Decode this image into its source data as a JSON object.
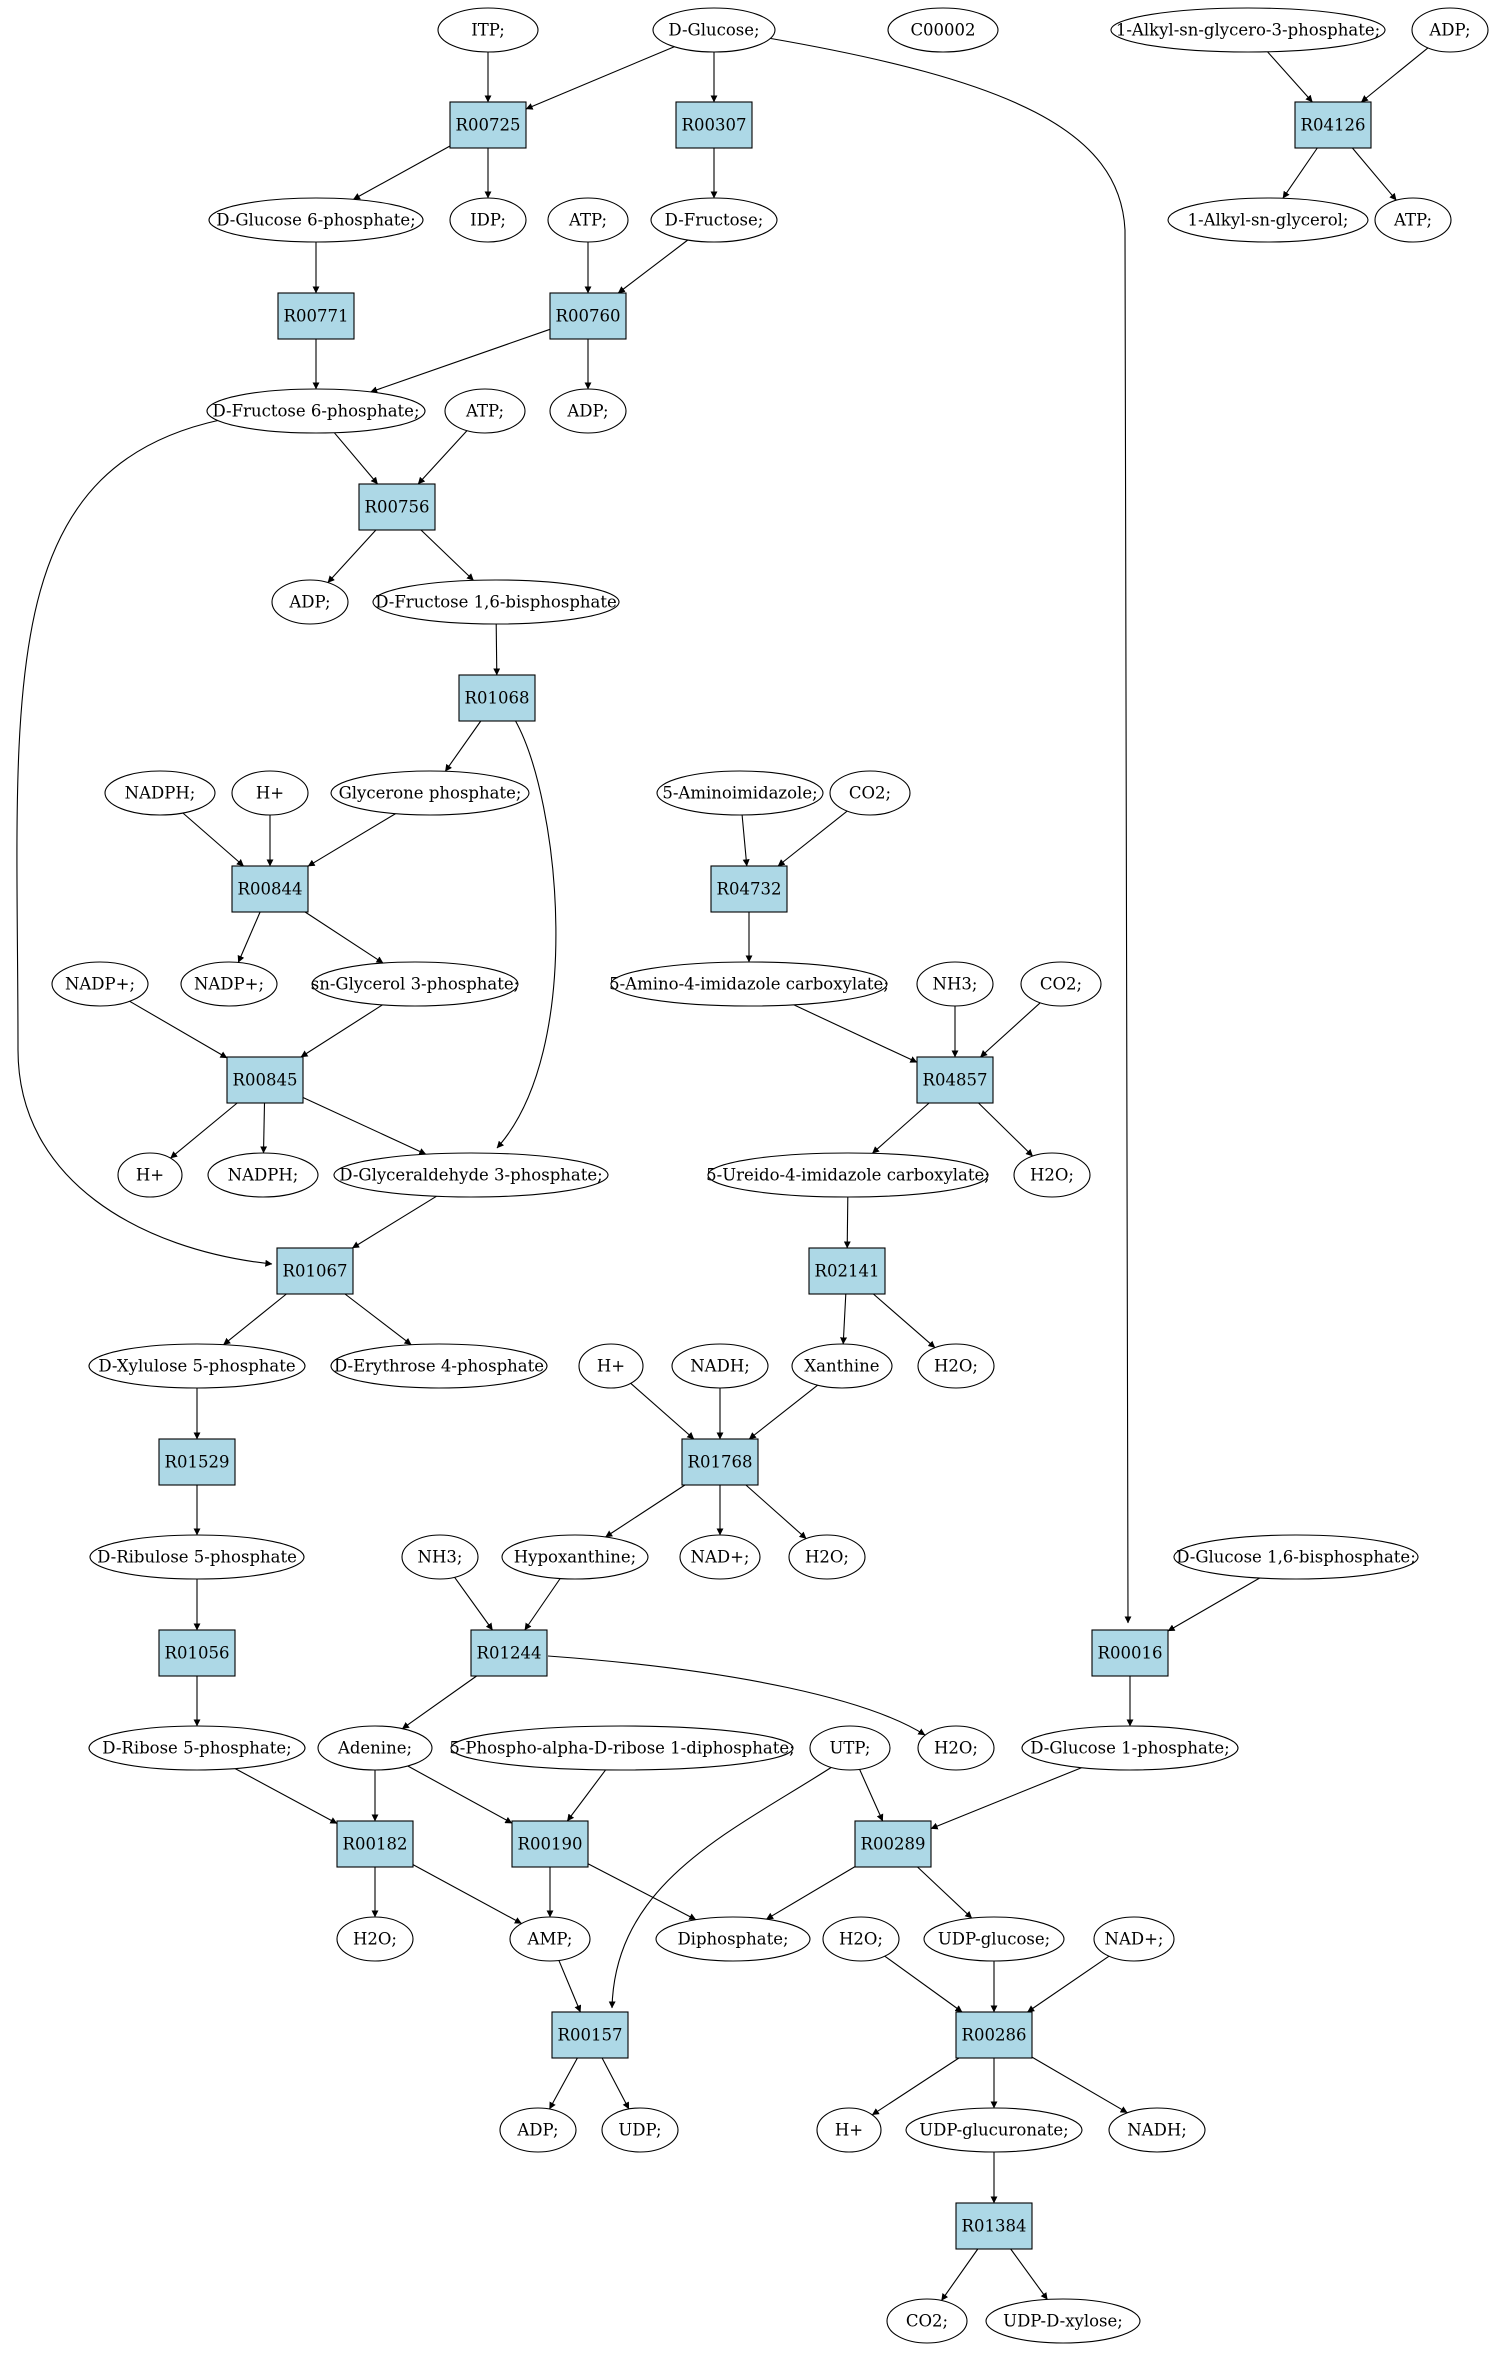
{
  "colors": {
    "reaction_fill": "#add8e6",
    "source_fill": "#00ee00",
    "highlight_fill": "#ffff00",
    "compound_fill": "#ffffff"
  },
  "nodes": [
    {
      "id": "itp",
      "label": "ITP;",
      "kind": "compound"
    },
    {
      "id": "dglc",
      "label": "D-Glucose;",
      "kind": "source"
    },
    {
      "id": "c00002",
      "label": "C00002",
      "kind": "highlight"
    },
    {
      "id": "alkylg3p",
      "label": "1-Alkyl-sn-glycero-3-phosphate;",
      "kind": "compound"
    },
    {
      "id": "adp_t",
      "label": "ADP;",
      "kind": "compound"
    },
    {
      "id": "r00725",
      "label": "R00725",
      "kind": "reaction"
    },
    {
      "id": "r00307",
      "label": "R00307",
      "kind": "reaction"
    },
    {
      "id": "r04126",
      "label": "R04126",
      "kind": "reaction"
    },
    {
      "id": "g6p",
      "label": "D-Glucose 6-phosphate;",
      "kind": "compound"
    },
    {
      "id": "idp",
      "label": "IDP;",
      "kind": "compound"
    },
    {
      "id": "atp1",
      "label": "ATP;",
      "kind": "compound"
    },
    {
      "id": "dfru",
      "label": "D-Fructose;",
      "kind": "compound"
    },
    {
      "id": "alkylg",
      "label": "1-Alkyl-sn-glycerol;",
      "kind": "compound"
    },
    {
      "id": "atp_r",
      "label": "ATP;",
      "kind": "compound"
    },
    {
      "id": "r00771",
      "label": "R00771",
      "kind": "reaction"
    },
    {
      "id": "r00760",
      "label": "R00760",
      "kind": "reaction"
    },
    {
      "id": "f6p",
      "label": "D-Fructose 6-phosphate;",
      "kind": "compound"
    },
    {
      "id": "atp2",
      "label": "ATP;",
      "kind": "compound"
    },
    {
      "id": "adp2",
      "label": "ADP;",
      "kind": "compound"
    },
    {
      "id": "r00756",
      "label": "R00756",
      "kind": "reaction"
    },
    {
      "id": "adp3",
      "label": "ADP;",
      "kind": "compound"
    },
    {
      "id": "fbp",
      "label": "D-Fructose 1,6-bisphosphate",
      "kind": "compound"
    },
    {
      "id": "r01068",
      "label": "R01068",
      "kind": "reaction"
    },
    {
      "id": "nadph1",
      "label": "NADPH;",
      "kind": "compound"
    },
    {
      "id": "hplus1",
      "label": "H+",
      "kind": "compound"
    },
    {
      "id": "glyp",
      "label": "Glycerone phosphate;",
      "kind": "compound"
    },
    {
      "id": "aminoimid",
      "label": "5-Aminoimidazole;",
      "kind": "compound"
    },
    {
      "id": "co2a",
      "label": "CO2;",
      "kind": "compound"
    },
    {
      "id": "r00844",
      "label": "R00844",
      "kind": "reaction"
    },
    {
      "id": "r04732",
      "label": "R04732",
      "kind": "reaction"
    },
    {
      "id": "nadp1",
      "label": "NADP+;",
      "kind": "compound"
    },
    {
      "id": "g3p_sn",
      "label": "sn-Glycerol 3-phosphate;",
      "kind": "compound"
    },
    {
      "id": "nadp2",
      "label": "NADP+;",
      "kind": "compound"
    },
    {
      "id": "aicarb",
      "label": "5-Amino-4-imidazole carboxylate;",
      "kind": "compound"
    },
    {
      "id": "nh3a",
      "label": "NH3;",
      "kind": "compound"
    },
    {
      "id": "co2b",
      "label": "CO2;",
      "kind": "compound"
    },
    {
      "id": "r00845",
      "label": "R00845",
      "kind": "reaction"
    },
    {
      "id": "r04857",
      "label": "R04857",
      "kind": "reaction"
    },
    {
      "id": "hplus2",
      "label": "H+",
      "kind": "compound"
    },
    {
      "id": "nadph2",
      "label": "NADPH;",
      "kind": "compound"
    },
    {
      "id": "gap",
      "label": "D-Glyceraldehyde 3-phosphate;",
      "kind": "compound"
    },
    {
      "id": "ureido",
      "label": "5-Ureido-4-imidazole carboxylate;",
      "kind": "compound"
    },
    {
      "id": "h2o_a",
      "label": "H2O;",
      "kind": "compound"
    },
    {
      "id": "r01067",
      "label": "R01067",
      "kind": "reaction"
    },
    {
      "id": "r02141",
      "label": "R02141",
      "kind": "reaction"
    },
    {
      "id": "xu5p",
      "label": "D-Xylulose 5-phosphate",
      "kind": "compound"
    },
    {
      "id": "e4p",
      "label": "D-Erythrose 4-phosphate",
      "kind": "compound"
    },
    {
      "id": "hplus3",
      "label": "H+",
      "kind": "compound"
    },
    {
      "id": "nadh1",
      "label": "NADH;",
      "kind": "compound"
    },
    {
      "id": "xan",
      "label": "Xanthine",
      "kind": "compound"
    },
    {
      "id": "h2o_b",
      "label": "H2O;",
      "kind": "compound"
    },
    {
      "id": "r01529",
      "label": "R01529",
      "kind": "reaction"
    },
    {
      "id": "r01768",
      "label": "R01768",
      "kind": "reaction"
    },
    {
      "id": "ru5p",
      "label": "D-Ribulose 5-phosphate",
      "kind": "compound"
    },
    {
      "id": "nh3b",
      "label": "NH3;",
      "kind": "compound"
    },
    {
      "id": "hypox",
      "label": "Hypoxanthine;",
      "kind": "compound"
    },
    {
      "id": "nad1",
      "label": "NAD+;",
      "kind": "compound"
    },
    {
      "id": "h2o_c",
      "label": "H2O;",
      "kind": "compound"
    },
    {
      "id": "g16bp",
      "label": "D-Glucose 1,6-bisphosphate;",
      "kind": "compound"
    },
    {
      "id": "r01056",
      "label": "R01056",
      "kind": "reaction"
    },
    {
      "id": "r01244",
      "label": "R01244",
      "kind": "reaction"
    },
    {
      "id": "r00016",
      "label": "R00016",
      "kind": "reaction"
    },
    {
      "id": "r5p",
      "label": "D-Ribose 5-phosphate;",
      "kind": "compound"
    },
    {
      "id": "ade",
      "label": "Adenine;",
      "kind": "compound"
    },
    {
      "id": "prpp",
      "label": "5-Phospho-alpha-D-ribose 1-diphosphate;",
      "kind": "compound"
    },
    {
      "id": "utp",
      "label": "UTP;",
      "kind": "compound"
    },
    {
      "id": "h2o_d",
      "label": "H2O;",
      "kind": "compound"
    },
    {
      "id": "g1p",
      "label": "D-Glucose 1-phosphate;",
      "kind": "compound"
    },
    {
      "id": "r00182",
      "label": "R00182",
      "kind": "reaction"
    },
    {
      "id": "r00190",
      "label": "R00190",
      "kind": "reaction"
    },
    {
      "id": "r00289",
      "label": "R00289",
      "kind": "reaction"
    },
    {
      "id": "h2o_e",
      "label": "H2O;",
      "kind": "compound"
    },
    {
      "id": "amp",
      "label": "AMP;",
      "kind": "compound"
    },
    {
      "id": "diphos",
      "label": "Diphosphate;",
      "kind": "compound"
    },
    {
      "id": "h2o_f",
      "label": "H2O;",
      "kind": "compound"
    },
    {
      "id": "udpglc",
      "label": "UDP-glucose;",
      "kind": "compound"
    },
    {
      "id": "nad2",
      "label": "NAD+;",
      "kind": "compound"
    },
    {
      "id": "r00157",
      "label": "R00157",
      "kind": "reaction"
    },
    {
      "id": "r00286",
      "label": "R00286",
      "kind": "reaction"
    },
    {
      "id": "adp4",
      "label": "ADP;",
      "kind": "compound"
    },
    {
      "id": "udp",
      "label": "UDP;",
      "kind": "compound"
    },
    {
      "id": "hplus4",
      "label": "H+",
      "kind": "compound"
    },
    {
      "id": "udpgluc",
      "label": "UDP-glucuronate;",
      "kind": "compound"
    },
    {
      "id": "nadh2",
      "label": "NADH;",
      "kind": "compound"
    },
    {
      "id": "r01384",
      "label": "R01384",
      "kind": "reaction"
    },
    {
      "id": "co2c",
      "label": "CO2;",
      "kind": "compound"
    },
    {
      "id": "udpxyl",
      "label": "UDP-D-xylose;",
      "kind": "compound"
    }
  ],
  "edges": [
    [
      "itp",
      "r00725"
    ],
    [
      "dglc",
      "r00725"
    ],
    [
      "dglc",
      "r00307"
    ],
    [
      "dglc",
      "r00016"
    ],
    [
      "alkylg3p",
      "r04126"
    ],
    [
      "adp_t",
      "r04126"
    ],
    [
      "r00725",
      "g6p"
    ],
    [
      "r00725",
      "idp"
    ],
    [
      "r00307",
      "dfru"
    ],
    [
      "r04126",
      "alkylg"
    ],
    [
      "r04126",
      "atp_r"
    ],
    [
      "g6p",
      "r00771"
    ],
    [
      "atp1",
      "r00760"
    ],
    [
      "dfru",
      "r00760"
    ],
    [
      "r00771",
      "f6p"
    ],
    [
      "r00760",
      "f6p"
    ],
    [
      "r00760",
      "adp2"
    ],
    [
      "f6p",
      "r00756"
    ],
    [
      "atp2",
      "r00756"
    ],
    [
      "f6p",
      "r01067"
    ],
    [
      "r00756",
      "adp3"
    ],
    [
      "r00756",
      "fbp"
    ],
    [
      "fbp",
      "r01068"
    ],
    [
      "r01068",
      "glyp"
    ],
    [
      "r01068",
      "gap"
    ],
    [
      "nadph1",
      "r00844"
    ],
    [
      "hplus1",
      "r00844"
    ],
    [
      "glyp",
      "r00844"
    ],
    [
      "r00844",
      "nadp1"
    ],
    [
      "r00844",
      "g3p_sn"
    ],
    [
      "nadp2",
      "r00845"
    ],
    [
      "g3p_sn",
      "r00845"
    ],
    [
      "r00845",
      "hplus2"
    ],
    [
      "r00845",
      "nadph2"
    ],
    [
      "r00845",
      "gap"
    ],
    [
      "gap",
      "r01067"
    ],
    [
      "r01067",
      "xu5p"
    ],
    [
      "r01067",
      "e4p"
    ],
    [
      "xu5p",
      "r01529"
    ],
    [
      "r01529",
      "ru5p"
    ],
    [
      "ru5p",
      "r01056"
    ],
    [
      "r01056",
      "r5p"
    ],
    [
      "aminoimid",
      "r04732"
    ],
    [
      "co2a",
      "r04732"
    ],
    [
      "r04732",
      "aicarb"
    ],
    [
      "aicarb",
      "r04857"
    ],
    [
      "nh3a",
      "r04857"
    ],
    [
      "co2b",
      "r04857"
    ],
    [
      "r04857",
      "ureido"
    ],
    [
      "r04857",
      "h2o_a"
    ],
    [
      "ureido",
      "r02141"
    ],
    [
      "r02141",
      "xan"
    ],
    [
      "r02141",
      "h2o_b"
    ],
    [
      "hplus3",
      "r01768"
    ],
    [
      "nadh1",
      "r01768"
    ],
    [
      "xan",
      "r01768"
    ],
    [
      "r01768",
      "hypox"
    ],
    [
      "r01768",
      "nad1"
    ],
    [
      "r01768",
      "h2o_c"
    ],
    [
      "nh3b",
      "r01244"
    ],
    [
      "hypox",
      "r01244"
    ],
    [
      "r01244",
      "ade"
    ],
    [
      "r01244",
      "h2o_d"
    ],
    [
      "g16bp",
      "r00016"
    ],
    [
      "r00016",
      "g1p"
    ],
    [
      "r5p",
      "r00182"
    ],
    [
      "ade",
      "r00182"
    ],
    [
      "ade",
      "r00190"
    ],
    [
      "prpp",
      "r00190"
    ],
    [
      "utp",
      "r00289"
    ],
    [
      "g1p",
      "r00289"
    ],
    [
      "utp",
      "r00157"
    ],
    [
      "r00182",
      "h2o_e"
    ],
    [
      "r00182",
      "amp"
    ],
    [
      "r00190",
      "amp"
    ],
    [
      "r00190",
      "diphos"
    ],
    [
      "r00289",
      "diphos"
    ],
    [
      "r00289",
      "udpglc"
    ],
    [
      "amp",
      "r00157"
    ],
    [
      "r00157",
      "adp4"
    ],
    [
      "r00157",
      "udp"
    ],
    [
      "h2o_f",
      "r00286"
    ],
    [
      "udpglc",
      "r00286"
    ],
    [
      "nad2",
      "r00286"
    ],
    [
      "r00286",
      "hplus4"
    ],
    [
      "r00286",
      "udpgluc"
    ],
    [
      "r00286",
      "nadh2"
    ],
    [
      "udpgluc",
      "r01384"
    ],
    [
      "r01384",
      "co2c"
    ],
    [
      "r01384",
      "udpxyl"
    ]
  ]
}
